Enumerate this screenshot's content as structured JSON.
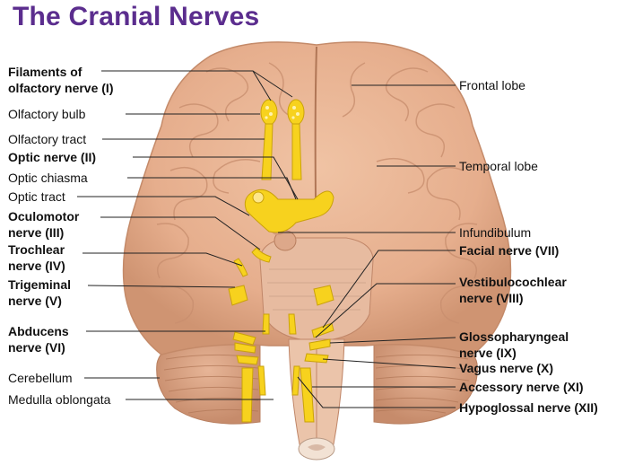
{
  "title": "The Cranial Nerves",
  "colors": {
    "title": "#5b2d8e",
    "brain": "#e8b393",
    "brain_shadow": "#c98f6f",
    "nerve": "#f7d21e",
    "leader_line": "#222222",
    "cerebellum": "#d9a283"
  },
  "labels": {
    "left": {
      "olfactory_filaments_l1": "Filaments of",
      "olfactory_filaments_l2": "olfactory nerve (I)",
      "olfactory_bulb": "Olfactory bulb",
      "olfactory_tract": "Olfactory tract",
      "optic_nerve": "Optic nerve (II)",
      "optic_chiasma": "Optic chiasma",
      "optic_tract": "Optic tract",
      "oculomotor_l1": "Oculomotor",
      "oculomotor_l2": "nerve (III)",
      "trochlear_l1": "Trochlear",
      "trochlear_l2": "nerve (IV)",
      "trigeminal_l1": "Trigeminal",
      "trigeminal_l2": "nerve (V)",
      "abducens_l1": "Abducens",
      "abducens_l2": "nerve (VI)",
      "cerebellum": "Cerebellum",
      "medulla": "Medulla oblongata"
    },
    "right": {
      "frontal_lobe": "Frontal lobe",
      "temporal_lobe": "Temporal lobe",
      "infundibulum": "Infundibulum",
      "facial": "Facial nerve (VII)",
      "vestibulocochlear_l1": "Vestibulocochlear",
      "vestibulocochlear_l2": "nerve (VIII)",
      "glossopharyngeal_l1": "Glossopharyngeal",
      "glossopharyngeal_l2": "nerve (IX)",
      "vagus": "Vagus nerve (X)",
      "accessory": "Accessory nerve (XI)",
      "hypoglossal": "Hypoglossal nerve (XII)"
    }
  }
}
